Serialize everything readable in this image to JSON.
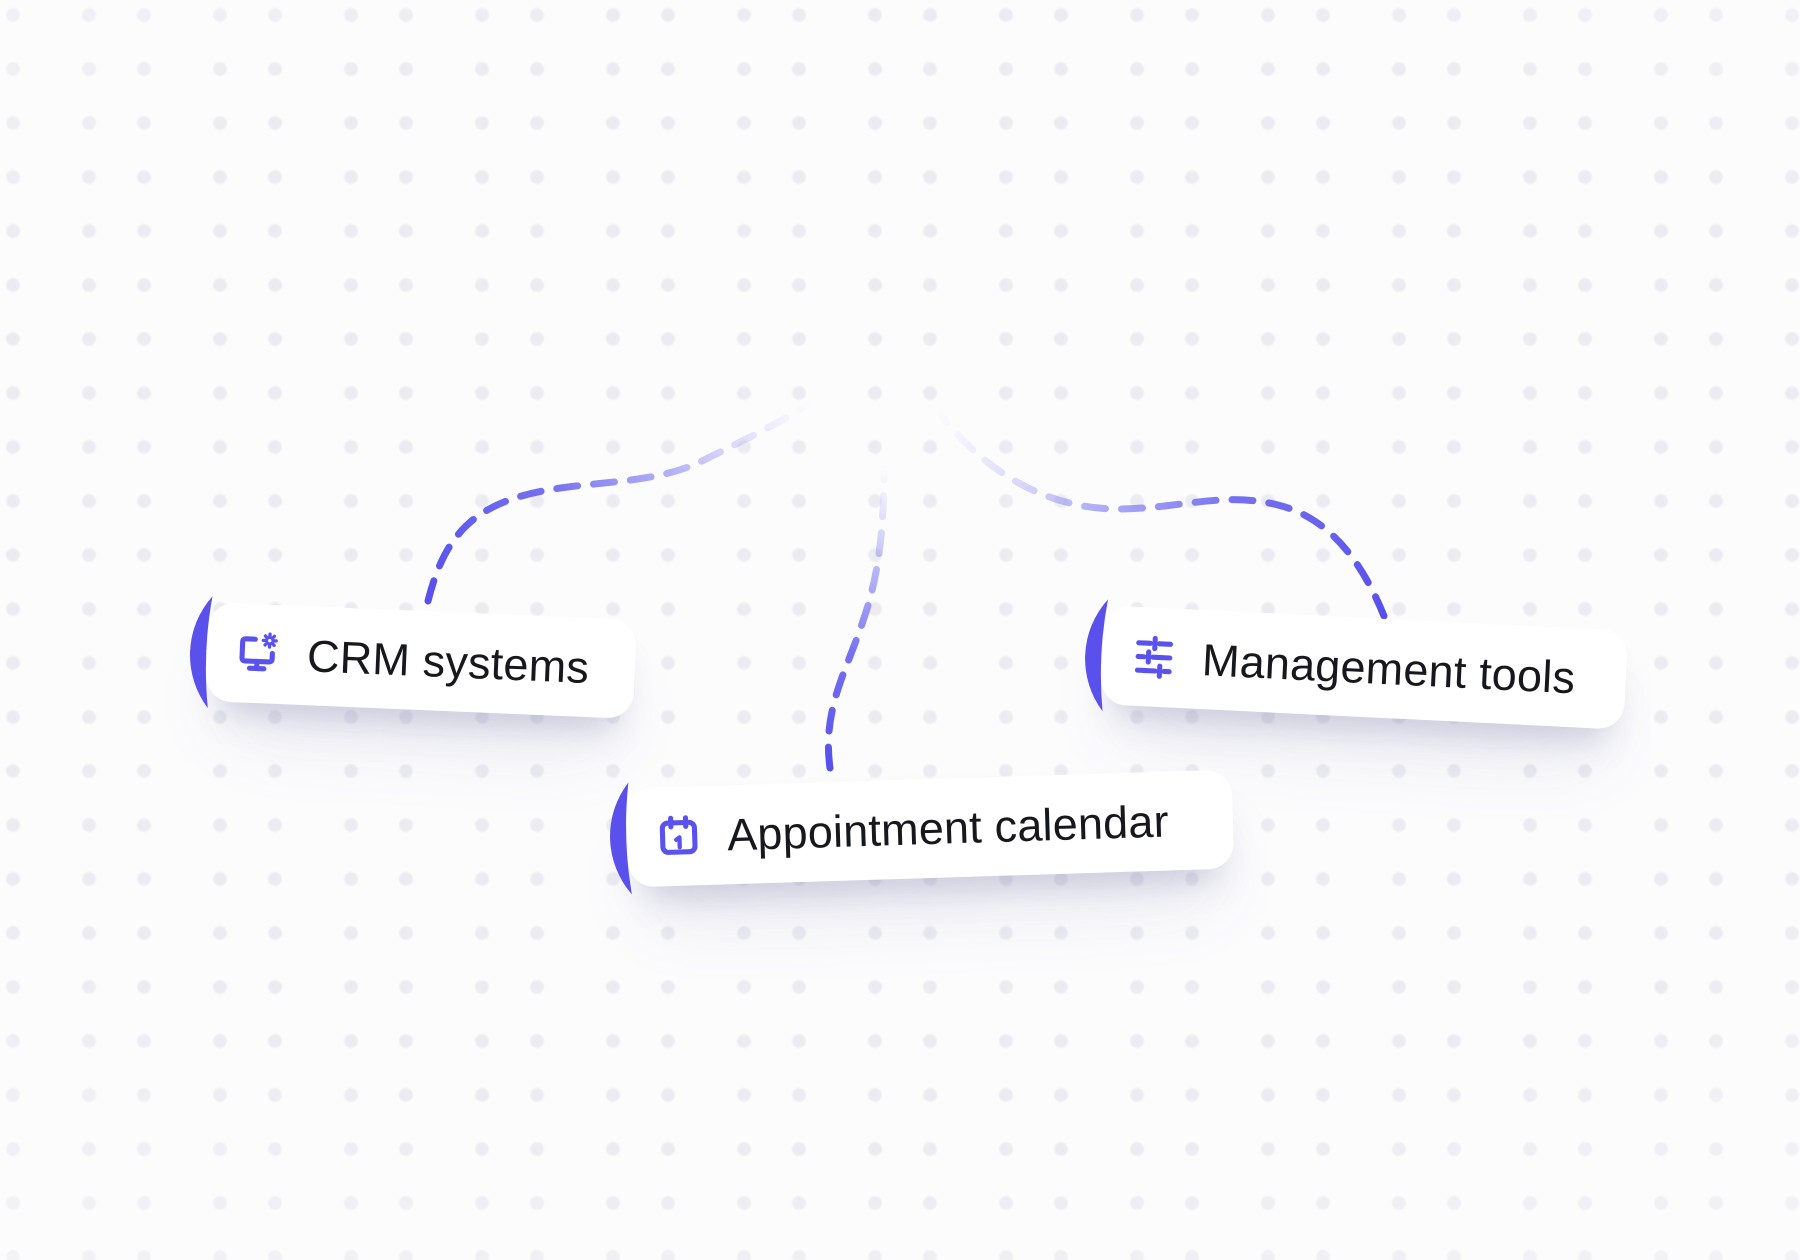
{
  "scene": {
    "background_color": "#fcfcfd",
    "dot_color": "#ebebf1",
    "accent_color": "#5a52ec",
    "dash_color": "#5750ec",
    "text_color": "#17181d",
    "card_color": "#ffffff"
  },
  "cards": [
    {
      "id": "crm",
      "label": "CRM systems",
      "icon": "monitor-gear-icon"
    },
    {
      "id": "management",
      "label": "Management tools",
      "icon": "sliders-icon"
    },
    {
      "id": "appointment",
      "label": "Appointment calendar",
      "icon": "calendar-icon"
    }
  ],
  "connectors": [
    {
      "from": "top-center",
      "to": "crm"
    },
    {
      "from": "top-center",
      "to": "appointment"
    },
    {
      "from": "top-center",
      "to": "management"
    }
  ]
}
